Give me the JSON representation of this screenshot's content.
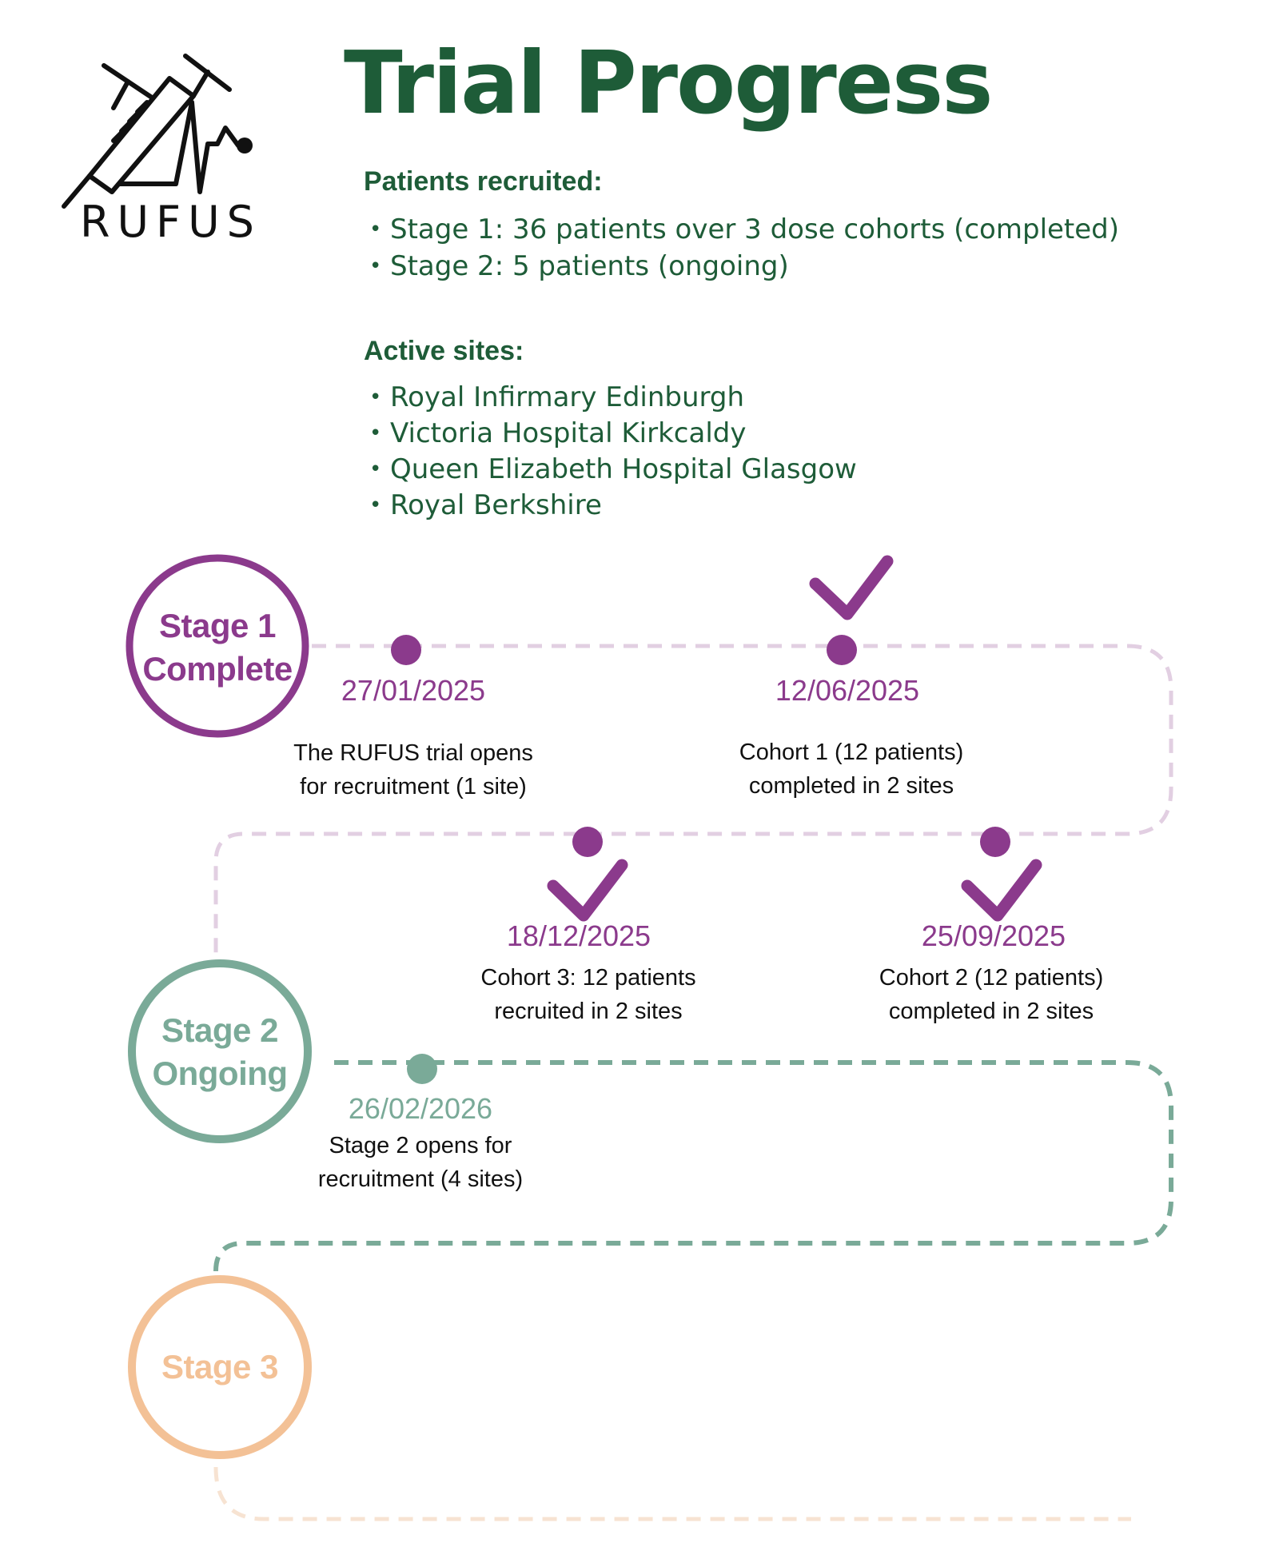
{
  "header": {
    "logo_text": "RUFUS",
    "title": "Trial Progress"
  },
  "patients": {
    "heading": "Patients recruited:",
    "items": [
      "Stage 1: 36 patients over 3 dose cohorts (completed)",
      "Stage 2: 5 patients (ongoing)"
    ]
  },
  "sites": {
    "heading": "Active sites:",
    "items": [
      "Royal Infirmary Edinburgh",
      "Victoria Hospital Kirkcaldy",
      "Queen Elizabeth Hospital Glasgow",
      "Royal Berkshire"
    ]
  },
  "colors": {
    "title_green": "#1e5c38",
    "stage1_purple": "#8b3a8c",
    "stage1_path": "#e2cfe2",
    "stage2_green": "#7aaa98",
    "stage3_orange": "#f3c196",
    "stage3_path": "#f7e3d2"
  },
  "stages": [
    {
      "line1": "Stage 1",
      "line2": "Complete"
    },
    {
      "line1": "Stage 2",
      "line2": "Ongoing"
    },
    {
      "line1": "Stage 3",
      "line2": ""
    }
  ],
  "milestones": [
    {
      "date": "27/01/2025",
      "line1": "The RUFUS trial opens",
      "line2": "for recruitment (1 site)",
      "checked": false
    },
    {
      "date": "12/06/2025",
      "line1": "Cohort 1 (12 patients)",
      "line2": "completed in 2 sites",
      "checked": true
    },
    {
      "date": "25/09/2025",
      "line1": "Cohort 2 (12 patients)",
      "line2": "completed in 2 sites",
      "checked": true
    },
    {
      "date": "18/12/2025",
      "line1": "Cohort 3: 12 patients",
      "line2": "recruited in 2 sites",
      "checked": true
    },
    {
      "date": "26/02/2026",
      "line1": "Stage 2 opens for",
      "line2": "recruitment (4 sites)",
      "checked": false
    }
  ]
}
